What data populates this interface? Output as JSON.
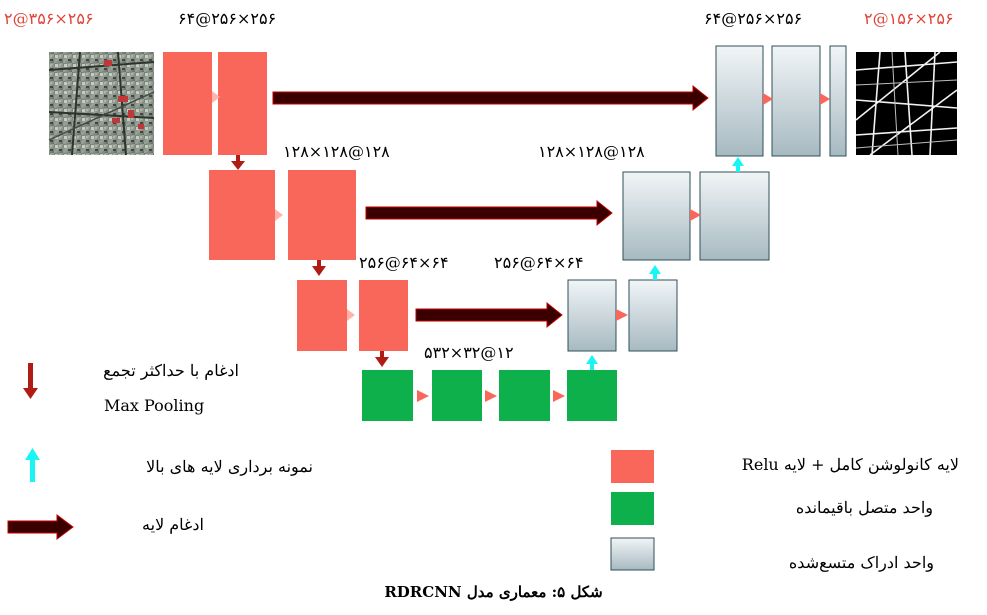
{
  "labels": {
    "in_channels": "٣@٢۵۶×٢۵۶",
    "enc1": "۶۴@٢۵۶×٢۵۶",
    "dec1": "۶۴@٢۵۶×٢۵۶",
    "out_channels": "١@٢۵۶×٢۵۶",
    "enc2": "١٢٨@١٢٨×١٢٨",
    "dec2": "١٢٨@١٢٨×١٢٨",
    "enc3": "٢۵۶@۶۴×۶۴",
    "dec3": "٢۵۶@۶۴×۶۴",
    "bottleneck": "۵١٢@٣٢×٣٢"
  },
  "legend": {
    "maxpool_fa": "ادغام با حداکثر تجمع",
    "maxpool_en": "Max Pooling",
    "upsample": "نمونه برداری لایه های بالا",
    "concat": "ادغام لایه",
    "conv_relu": "لایه کانولوشن کامل + لایه Relu",
    "residual": "واحد متصل باقیمانده",
    "perceptron": "واحد ادراک متسع‌شده"
  },
  "caption": "شکل ۵: معماری مدل RDRCNN",
  "colors": {
    "conv": "#f9665a",
    "residual": "#0db04b",
    "perceptron_light": "#eef3f5",
    "perceptron_dark": "#a9bcc3",
    "pool_arrow": "#b01c14",
    "upsample_arrow": "#19f4f4",
    "concat_arrow": "#3a0000"
  }
}
